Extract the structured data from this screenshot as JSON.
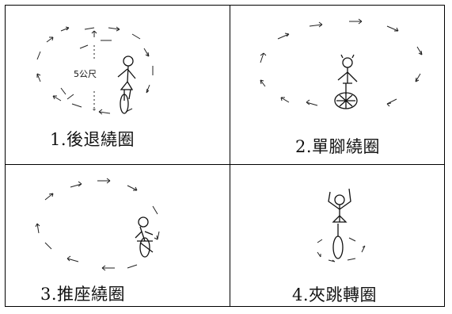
{
  "panels": [
    {
      "caption": "1.後退繞圈",
      "distance_label": "5公尺"
    },
    {
      "caption": "2.單腳繞圈"
    },
    {
      "caption": "3.推座繞圈"
    },
    {
      "caption": "4.夾跳轉圈"
    }
  ]
}
